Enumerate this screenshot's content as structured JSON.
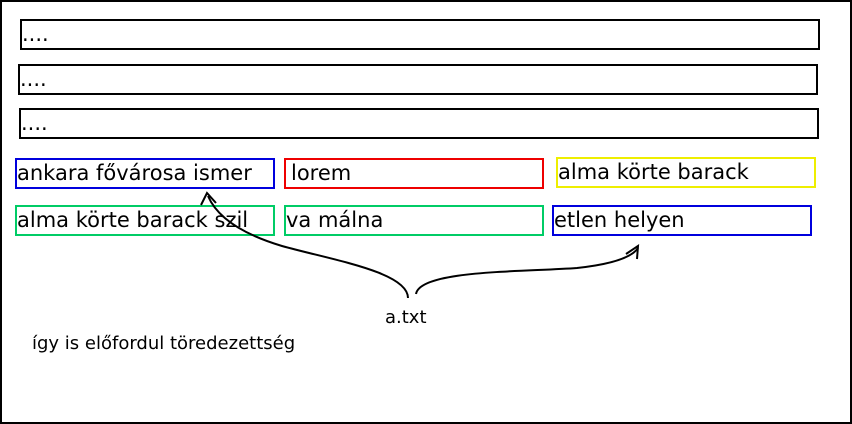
{
  "rows": [
    {
      "text": "...."
    },
    {
      "text": "...."
    },
    {
      "text": "...."
    }
  ],
  "blocks": [
    {
      "text": "ankara fővárosa ismer",
      "color": "#0000dd"
    },
    {
      "text": "lorem",
      "color": "#ee0000"
    },
    {
      "text": "alma körte barack",
      "color": "#eeee00"
    },
    {
      "text": "alma körte barack szil",
      "color": "#00cc66"
    },
    {
      "text": "va málna",
      "color": "#00cc66"
    },
    {
      "text": "etlen helyen",
      "color": "#0000dd"
    }
  ],
  "file_label": "a.txt",
  "note": "így is előfordul töredezettség"
}
